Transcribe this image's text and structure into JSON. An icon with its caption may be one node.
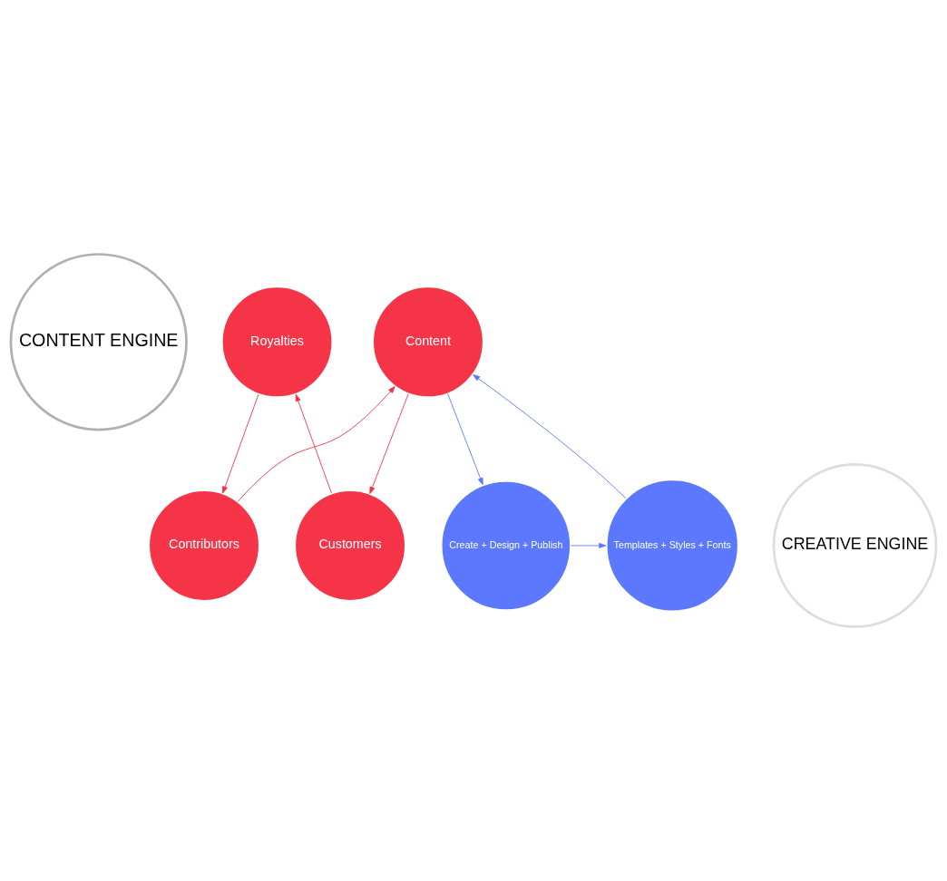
{
  "diagram": {
    "nodes": [
      {
        "text": [
          "CONTENT ENGINE"
        ]
      },
      {
        "text": [
          "Contributors"
        ]
      },
      {
        "text": [
          "Content"
        ]
      },
      {
        "text": [
          "Customers"
        ]
      },
      {
        "text": [
          "Royalties"
        ]
      },
      {
        "text": [
          "CREATIVE ENGINE"
        ]
      },
      {
        "text": [
          "Templates + Styles + Fonts"
        ]
      },
      {
        "text": [
          "Create + Design + Publish"
        ]
      }
    ],
    "edges": [
      {
        "from": 1,
        "to": 2,
        "arrow": "to"
      },
      {
        "from": 2,
        "to": 3,
        "arrow": "to"
      },
      {
        "from": 3,
        "to": 4,
        "arrow": "to"
      },
      {
        "from": 4,
        "to": 1,
        "arrow": "to"
      },
      {
        "from": 2,
        "to": 7,
        "arrow": "to",
        "color": "#5b78ff"
      },
      {
        "from": 7,
        "to": 6,
        "arrow": "to",
        "color": "#5b78ff"
      },
      {
        "from": 6,
        "to": 2,
        "arrow": "to",
        "color": "#5b78ff"
      }
    ]
  }
}
